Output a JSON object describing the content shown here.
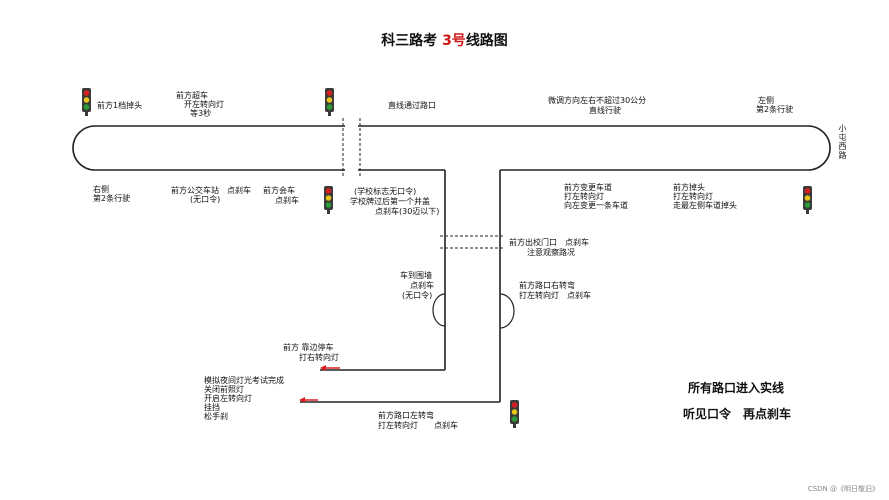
{
  "title": {
    "prefix": "科三路考",
    "number": "3号",
    "suffix": "线路图"
  },
  "bottom_right": {
    "line1": "所有路口进入实线",
    "line2": "听见口令　再点刹车"
  },
  "labels": {
    "l1": "前方1档掉头",
    "l2a": "前方超车",
    "l2b": "开左转向灯",
    "l2c": "等3秒",
    "l3": "直线通过路口",
    "l4a": "微调方向左右不超过30公分",
    "l4b": "直线行驶",
    "l5a": "左侧",
    "l5b": "第2条行驶",
    "l6": "小屯西路",
    "l7a": "右侧",
    "l7b": "第2条行驶",
    "l8a": "前方公交车站　点刹车",
    "l8b": "(无口令)",
    "l9a": "前方会车",
    "l9b": "点刹车",
    "l10a": "(学校标志无口令)",
    "l10b": "学校牌过后第一个井盖",
    "l10c": "点刹车(30迈以下)",
    "l11a": "前方变更车道",
    "l11b": "打左转向灯",
    "l11c": "向左变更一条车道",
    "l12a": "前方掉头",
    "l12b": "打左转向灯",
    "l12c": "走最左侧车道掉头",
    "l13a": "前方出校门口　点刹车",
    "l13b": "注意观察路况",
    "l14a": "车到围墙",
    "l14b": "点刹车",
    "l14c": "(无口令)",
    "l15a": "前方路口右转弯",
    "l15b": "打左转向灯　点刹车",
    "l16a": "前方 靠边停车",
    "l16b": "打右转向灯",
    "l17a": "模拟夜间灯光考试完成",
    "l17b": "关闭前照灯",
    "l17c": "开启左转向灯",
    "l17d": "挂挡",
    "l17e": "松手刹",
    "l18a": "前方路口左转弯",
    "l18b": "打左转向灯　　点刹车"
  },
  "credit": "CSDN @《明日敬旧》",
  "colors": {
    "route": "#222222",
    "red": "#d81e1e",
    "yellow": "#e8c51a",
    "green": "#2c9a35",
    "light_body": "#3a3a3a"
  }
}
